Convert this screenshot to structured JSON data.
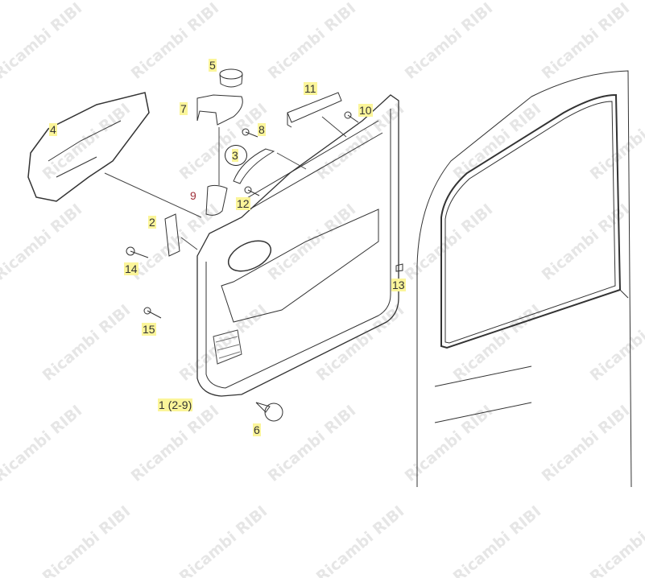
{
  "diagram": {
    "watermark": "Ricambi RIBI",
    "callouts": [
      {
        "id": "5",
        "label": "5"
      },
      {
        "id": "7",
        "label": "7"
      },
      {
        "id": "11",
        "label": "11"
      },
      {
        "id": "10",
        "label": "10"
      },
      {
        "id": "8",
        "label": "8"
      },
      {
        "id": "3",
        "label": "3",
        "circled": true
      },
      {
        "id": "9",
        "label": "9",
        "color": "#a0303a"
      },
      {
        "id": "12",
        "label": "12"
      },
      {
        "id": "2",
        "label": "2"
      },
      {
        "id": "4",
        "label": "4"
      },
      {
        "id": "14",
        "label": "14"
      },
      {
        "id": "13",
        "label": "13"
      },
      {
        "id": "15",
        "label": "15"
      },
      {
        "id": "1",
        "label": "1 (2-9)"
      },
      {
        "id": "6",
        "label": "6"
      }
    ],
    "highlight_color": "#fbf59a"
  }
}
